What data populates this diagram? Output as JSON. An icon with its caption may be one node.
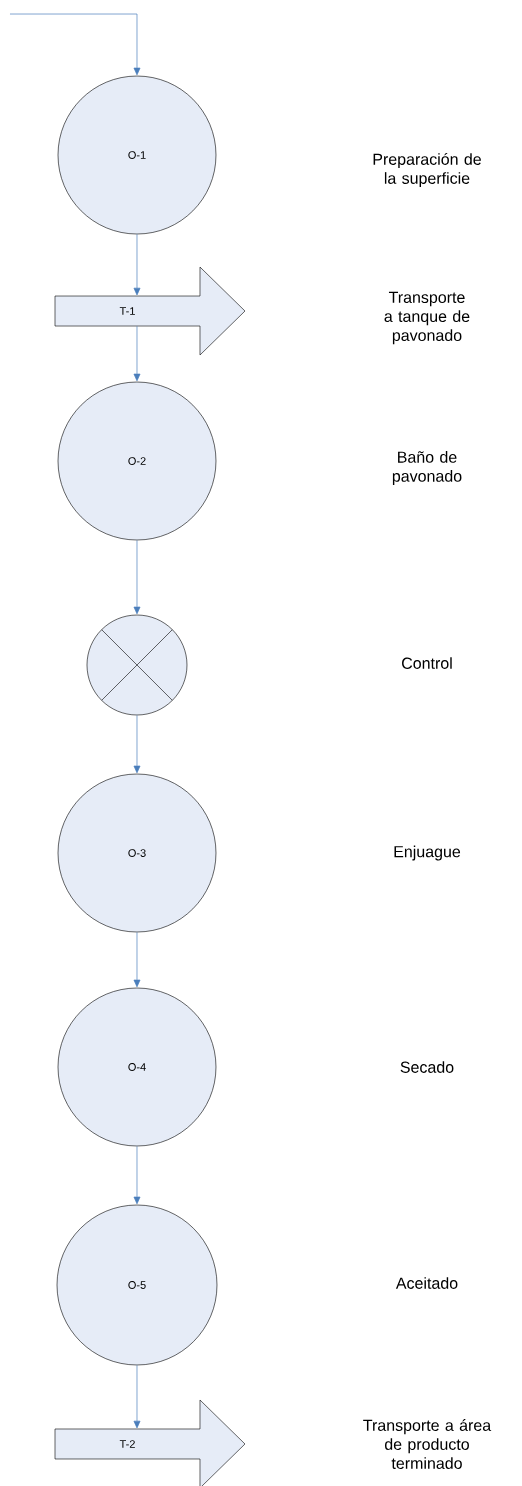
{
  "diagram": {
    "nodes": [
      {
        "text": [
          "O-1"
        ]
      },
      {
        "text": [
          "T-1"
        ]
      },
      {
        "text": [
          "O-2"
        ]
      },
      {
        "text": [],
        "shape": "circle"
      },
      {
        "text": [
          "O-3"
        ]
      },
      {
        "text": [
          "O-4"
        ]
      },
      {
        "text": [
          "O-5"
        ]
      },
      {
        "text": [
          "T-2"
        ]
      }
    ],
    "edges": [
      {
        "from": null,
        "to": 0,
        "arrow": "to"
      },
      {
        "from": 0,
        "to": 1,
        "arrow": "to"
      },
      {
        "from": 1,
        "to": 2,
        "arrow": "to"
      },
      {
        "from": 2,
        "to": 3,
        "arrow": "to"
      },
      {
        "from": 3,
        "to": 4,
        "arrow": "to"
      },
      {
        "from": 4,
        "to": 5,
        "arrow": "to"
      },
      {
        "from": 5,
        "to": 6,
        "arrow": "to"
      },
      {
        "from": 6,
        "to": 7,
        "arrow": "to"
      }
    ],
    "labels": [
      "Preparación de la superficie",
      "Transporte a tanque de pavonado",
      "Baño de pavonado",
      "Control",
      "Enjuague",
      "Secado",
      "Aceitado",
      "Transporte a área de producto terminado"
    ]
  }
}
